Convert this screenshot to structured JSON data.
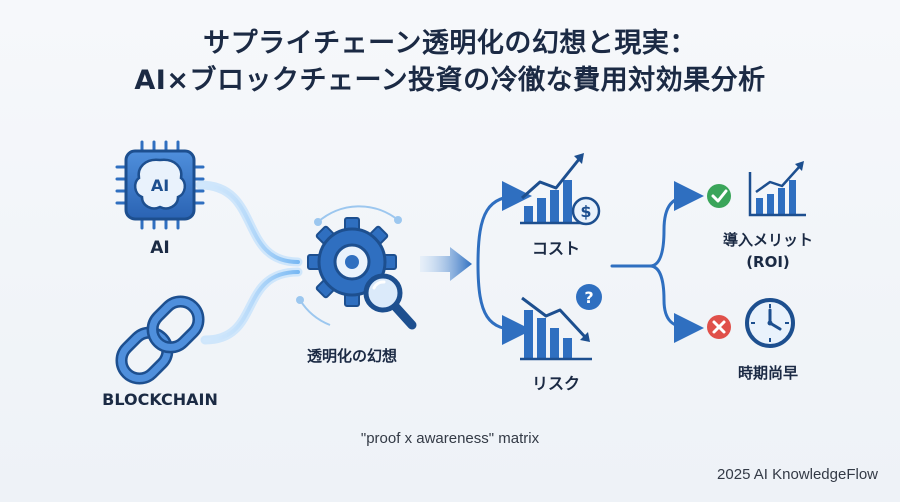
{
  "title": {
    "line1": "サプライチェーン透明化の幻想と現実：",
    "line2": "AI×ブロックチェーン投資の冷徹な費用対効果分析"
  },
  "inputs": {
    "ai_label": "AI",
    "ai_chip_text": "AI",
    "blockchain_label": "BLOCKCHAIN"
  },
  "center": {
    "label": "透明化の幻想"
  },
  "branches": {
    "cost_label": "コスト",
    "cost_symbol": "$",
    "risk_label": "リスク",
    "risk_symbol": "?"
  },
  "outcomes": {
    "merit_line1": "導入メリット",
    "merit_line2": "(ROI)",
    "early_label": "時期尚早"
  },
  "caption": "\"proof x awareness\" matrix",
  "footer": "2025 AI KnowledgeFlow",
  "colors": {
    "primary_blue": "#2f6fc0",
    "dark_blue": "#1d4f8f",
    "light_blue": "#7fb9f0",
    "green": "#3aa55a",
    "red": "#e0504a",
    "text": "#1b2a44"
  }
}
